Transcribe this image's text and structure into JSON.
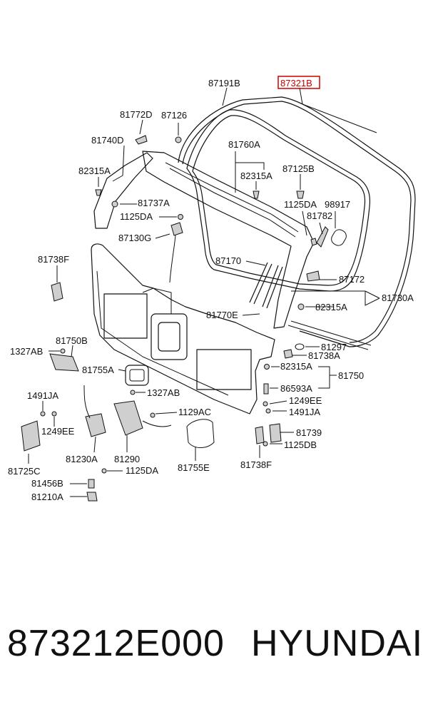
{
  "diagram": {
    "labels": [
      {
        "id": "87321B",
        "highlighted": true
      },
      {
        "id": "87191B"
      },
      {
        "id": "81772D"
      },
      {
        "id": "87126"
      },
      {
        "id": "81740D"
      },
      {
        "id": "81760A"
      },
      {
        "id": "82315A_upper_left"
      },
      {
        "id": "82315A_center"
      },
      {
        "id": "87125B"
      },
      {
        "id": "81737A"
      },
      {
        "id": "1125DA_upper"
      },
      {
        "id": "1125DA_right"
      },
      {
        "id": "98917"
      },
      {
        "id": "81782"
      },
      {
        "id": "87130G"
      },
      {
        "id": "81738F_left"
      },
      {
        "id": "87170"
      },
      {
        "id": "87172"
      },
      {
        "id": "81730A"
      },
      {
        "id": "82315A_right"
      },
      {
        "id": "81770E"
      },
      {
        "id": "81297"
      },
      {
        "id": "81738A"
      },
      {
        "id": "82315A_lower"
      },
      {
        "id": "81750_right"
      },
      {
        "id": "86593A"
      },
      {
        "id": "1249EE_right"
      },
      {
        "id": "1491JA_right"
      },
      {
        "id": "81739"
      },
      {
        "id": "1125DB"
      },
      {
        "id": "81738F_bottom"
      },
      {
        "id": "81750B"
      },
      {
        "id": "1327AB_left"
      },
      {
        "id": "81755A"
      },
      {
        "id": "1327AB_center"
      },
      {
        "id": "1491JA_left"
      },
      {
        "id": "1249EE_left"
      },
      {
        "id": "1129AC"
      },
      {
        "id": "81725C"
      },
      {
        "id": "81230A"
      },
      {
        "id": "81290"
      },
      {
        "id": "1125DA_lower"
      },
      {
        "id": "81755E"
      },
      {
        "id": "81456B"
      },
      {
        "id": "81210A"
      }
    ],
    "text": {
      "87321B": "87321B",
      "87191B": "87191B",
      "81772D": "81772D",
      "87126": "87126",
      "81740D": "81740D",
      "81760A": "81760A",
      "82315A_upper_left": "82315A",
      "82315A_center": "82315A",
      "87125B": "87125B",
      "81737A": "81737A",
      "1125DA_upper": "1125DA",
      "1125DA_right": "1125DA",
      "98917": "98917",
      "81782": "81782",
      "87130G": "87130G",
      "81738F_left": "81738F",
      "87170": "87170",
      "87172": "87172",
      "81730A": "81730A",
      "82315A_right": "82315A",
      "81770E": "81770E",
      "81297": "81297",
      "81738A": "81738A",
      "82315A_lower": "82315A",
      "81750_right": "81750",
      "86593A": "86593A",
      "1249EE_right": "1249EE",
      "1491JA_right": "1491JA",
      "81739": "81739",
      "1125DB": "1125DB",
      "81738F_bottom": "81738F",
      "81750B": "81750B",
      "1327AB_left": "1327AB",
      "81755A": "81755A",
      "1327AB_center": "1327AB",
      "1491JA_left": "1491JA",
      "1249EE_left": "1249EE",
      "1129AC": "1129AC",
      "81725C": "81725C",
      "81230A": "81230A",
      "81290": "81290",
      "1125DA_lower": "1125DA",
      "81755E": "81755E",
      "81456B": "81456B",
      "81210A": "81210A"
    },
    "highlight_color": "#cc0000"
  },
  "footer": {
    "part_number": "873212E000",
    "brand": "HYUNDAI"
  }
}
